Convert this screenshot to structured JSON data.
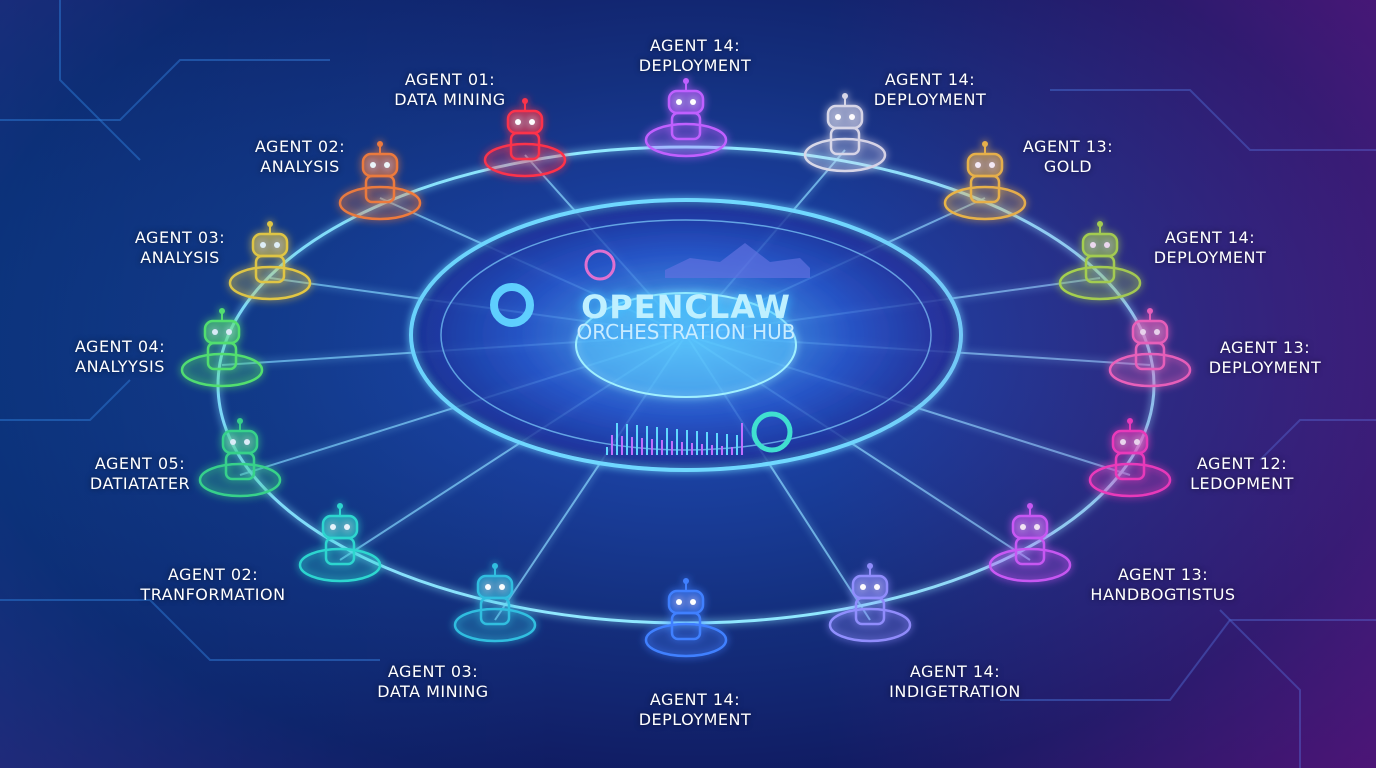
{
  "hub": {
    "title": "OPENCLAW",
    "subtitle": "ORCHESTRATION HUB"
  },
  "agents": [
    {
      "id": "AGENT 14:",
      "role": "DEPLOYMENT",
      "color": "#c060ff"
    },
    {
      "id": "AGENT 01:",
      "role": "DATA MINING",
      "color": "#ff3048"
    },
    {
      "id": "AGENT 14:",
      "role": "DEPLOYMENT",
      "color": "#d8d8e8"
    },
    {
      "id": "AGENT 02:",
      "role": "ANALYSIS",
      "color": "#ff7a30"
    },
    {
      "id": "AGENT 13:",
      "role": "GOLD",
      "color": "#f0c040"
    },
    {
      "id": "AGENT 03:",
      "role": "ANALYSIS",
      "color": "#ffd030"
    },
    {
      "id": "AGENT 14:",
      "role": "DEPLOYMENT",
      "color": "#a8f040"
    },
    {
      "id": "AGENT 04:",
      "role": "ANALYYSIS",
      "color": "#60f060"
    },
    {
      "id": "AGENT 13:",
      "role": "DEPLOYMENT",
      "color": "#ff70c0"
    },
    {
      "id": "AGENT 05:",
      "role": "DATIATATER",
      "color": "#40e080"
    },
    {
      "id": "AGENT 12:",
      "role": "LEDOPMENT",
      "color": "#ff40c0"
    },
    {
      "id": "AGENT 02:",
      "role": "TRANFORMATION",
      "color": "#30e0d0"
    },
    {
      "id": "AGENT 13:",
      "role": "HANDBOGTISTUS",
      "color": "#d060ff"
    },
    {
      "id": "AGENT 03:",
      "role": "DATA MINING",
      "color": "#30c0e0"
    },
    {
      "id": "AGENT 14:",
      "role": "DEPLOYMENT",
      "color": "#4080ff"
    },
    {
      "id": "AGENT 14:",
      "role": "INDIGETRATION",
      "color": "#9090ff"
    }
  ],
  "colors": {
    "ring": "#80e0ff",
    "hub_glow": "#40c8ff",
    "background": "#14307f"
  }
}
